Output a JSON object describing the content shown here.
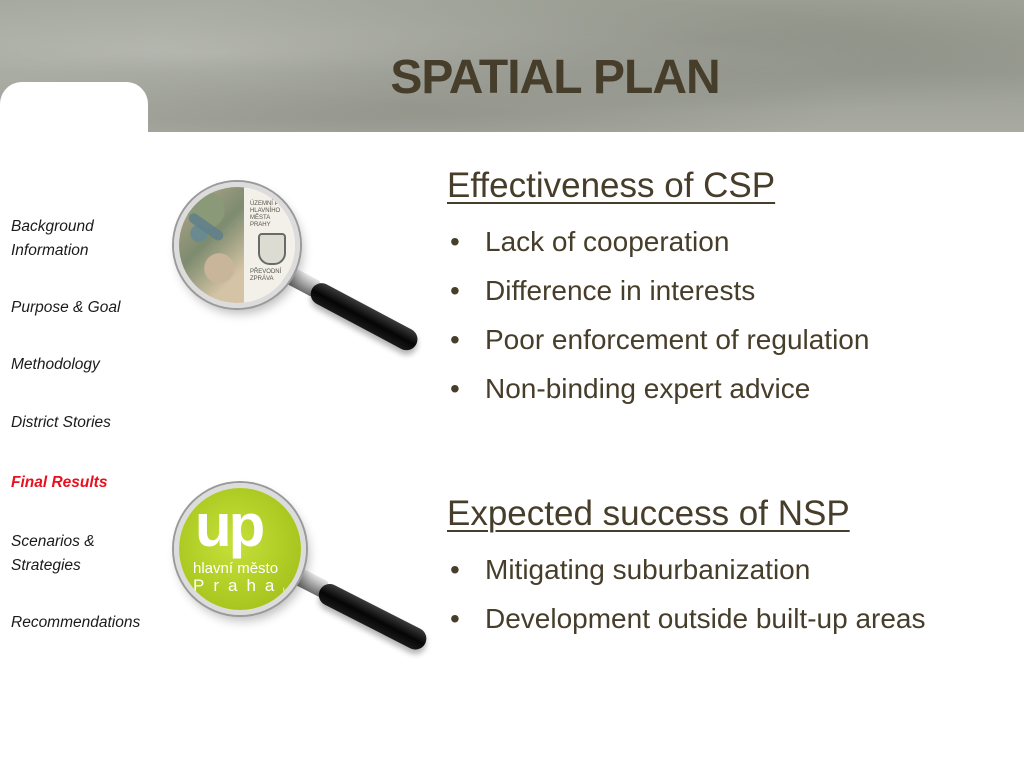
{
  "slide": {
    "title": "SPATIAL PLAN"
  },
  "nav": {
    "items": [
      {
        "label_lines": [
          "Background",
          "Information"
        ],
        "active": false
      },
      {
        "label_lines": [
          "Purpose & Goal"
        ],
        "active": false
      },
      {
        "label_lines": [
          "Methodology"
        ],
        "active": false
      },
      {
        "label_lines": [
          "District Stories"
        ],
        "active": false
      },
      {
        "label_lines": [
          "Final Results"
        ],
        "active": true
      },
      {
        "label_lines": [
          "Scenarios &",
          "Strategies"
        ],
        "active": false
      },
      {
        "label_lines": [
          "Recommendations"
        ],
        "active": false
      }
    ],
    "active_color": "#e8101e"
  },
  "images": {
    "plan_doc": {
      "lines": [
        "ÚZEMNÍ PLÁN",
        "HLAVNÍHO MĚSTA",
        "PRAHY",
        "PŘEVODNÍ",
        "ZPRÁVA"
      ]
    },
    "up_logo": {
      "big": "up",
      "line1": "hlavní město",
      "line2": "Praha",
      "tail": "konc"
    }
  },
  "sections": [
    {
      "heading": "Effectiveness of CSP",
      "bullets": [
        "Lack of cooperation",
        "Difference in interests",
        "Poor enforcement of regulation",
        "Non-binding expert advice"
      ]
    },
    {
      "heading": "Expected success of NSP",
      "bullets": [
        "Mitigating suburbanization",
        "Development outside built-up areas"
      ]
    }
  ],
  "colors": {
    "title": "#463d2a",
    "body_text": "#463d2a",
    "logo_green": "#a8c61f"
  },
  "icons": {
    "bullet": "bullet-dot-icon",
    "magnifier": "magnifying-glass-icon"
  }
}
